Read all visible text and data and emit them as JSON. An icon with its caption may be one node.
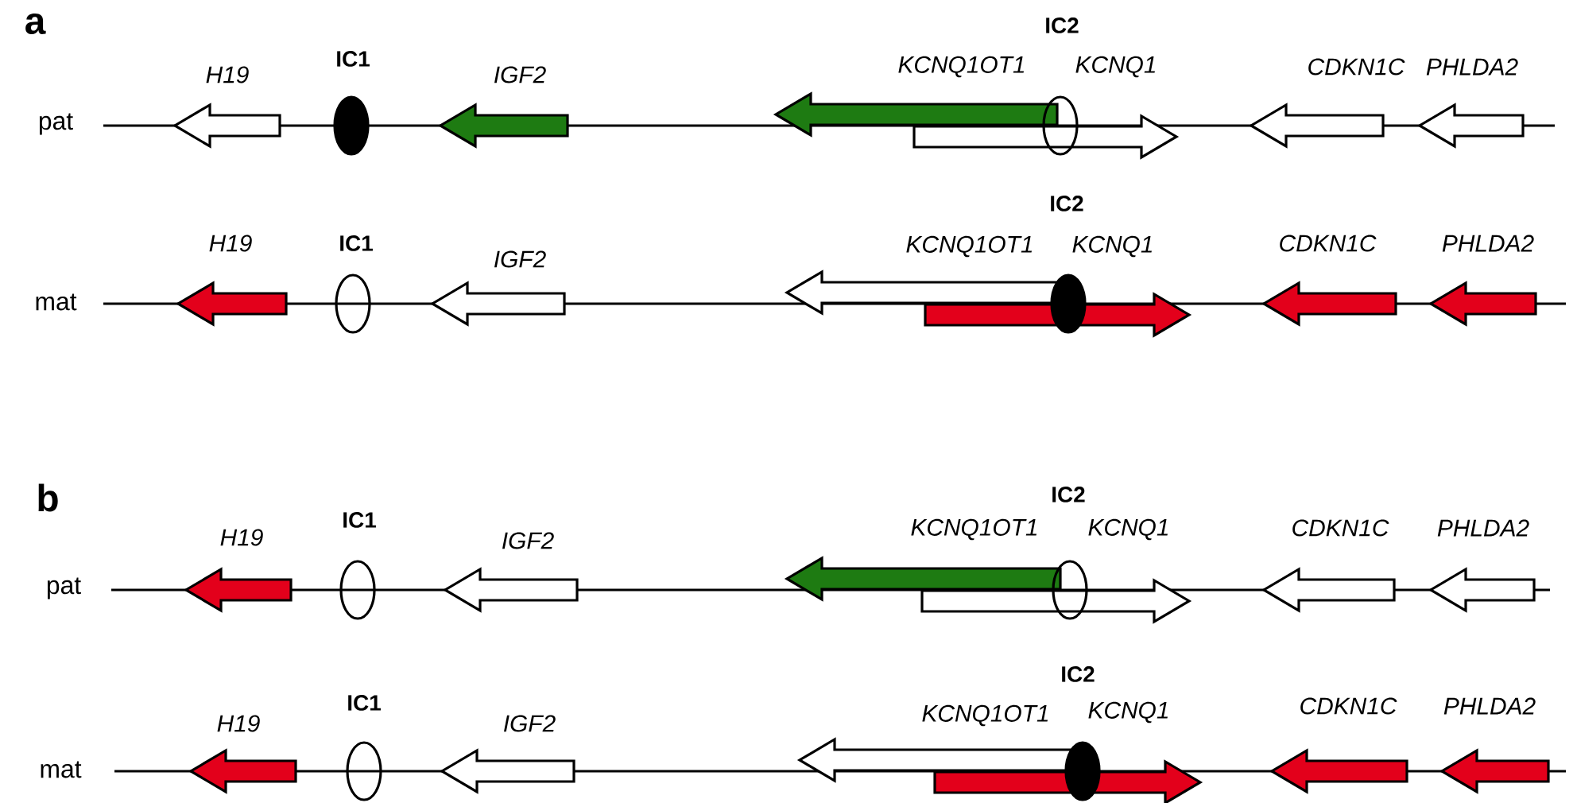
{
  "diagram": {
    "labels": [
      "a",
      "IC1",
      "IC2",
      "H19",
      "IGF2",
      "KCNQ1OT1",
      "KCNQ1",
      "CDKN1C",
      "PHLDA2",
      "pat",
      "IC1",
      "IC2",
      "H19",
      "IGF2",
      "KCNQ1OT1",
      "KCNQ1",
      "CDKN1C",
      "PHLDA2",
      "mat",
      "b",
      "IC1",
      "IC2",
      "H19",
      "IGF2",
      "KCNQ1OT1",
      "KCNQ1",
      "CDKN1C",
      "PHLDA2",
      "pat",
      "IC1",
      "IC2",
      "H19",
      "IGF2",
      "KCNQ1OT1",
      "KCNQ1",
      "CDKN1C",
      "PHLDA2",
      "mat"
    ]
  }
}
